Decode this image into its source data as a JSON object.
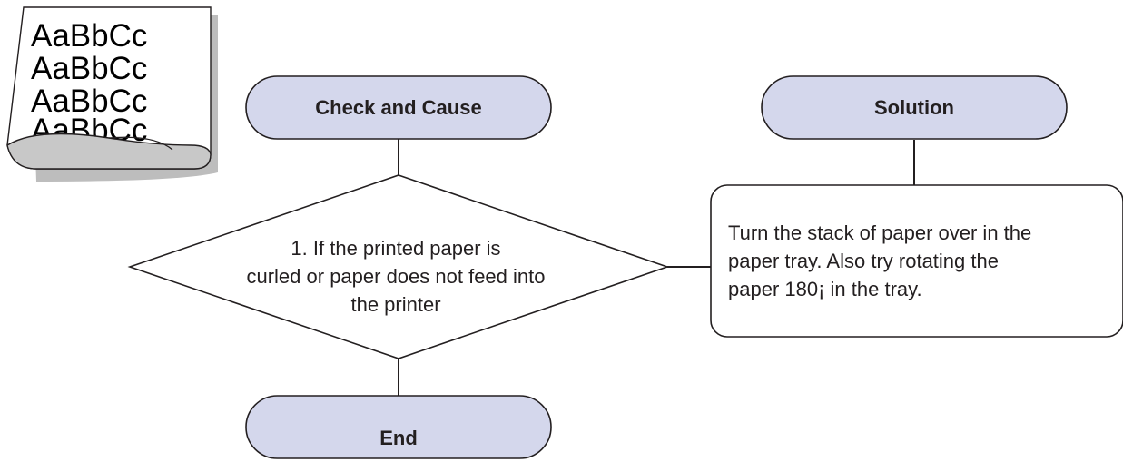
{
  "sample_page": {
    "lines": [
      "AaBbCc",
      "AaBbCc",
      "AaBbCc",
      "AaBbCc"
    ]
  },
  "flow": {
    "check_cause_label": "Check and Cause",
    "solution_label": "Solution",
    "end_label": "End",
    "decision_lines": [
      "1. If the printed paper is",
      "curled or paper does not feed into",
      "the printer"
    ],
    "solution_lines": [
      "Turn the stack of paper over in the",
      "paper tray. Also try rotating the",
      "paper 180¡ in the tray."
    ]
  },
  "colors": {
    "terminator_fill": "#d4d7ec",
    "stroke": "#231f20",
    "curl_fill": "#c8c8c8",
    "shadow": "#bdbdbd"
  }
}
